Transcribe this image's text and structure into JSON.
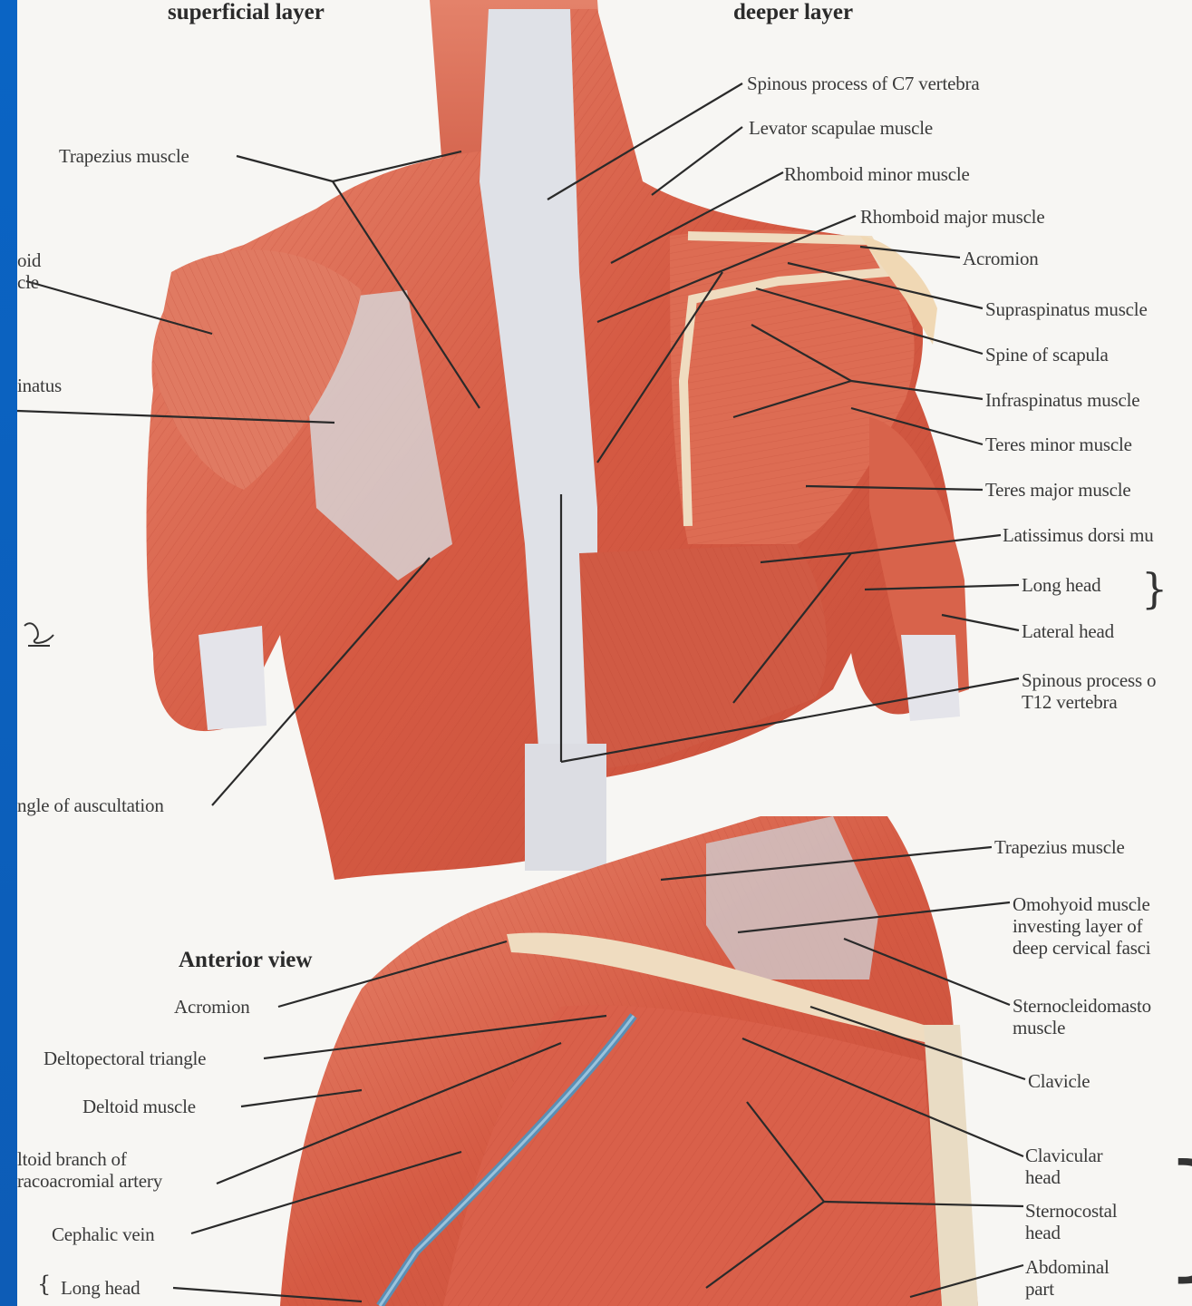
{
  "headers": {
    "superficial": "superficial layer",
    "deeper": "deeper layer",
    "anterior": "Anterior view"
  },
  "posterior_right_labels": {
    "c7": "Spinous process of C7 vertebra",
    "levator": "Levator scapulae muscle",
    "rhomboid_minor": "Rhomboid minor muscle",
    "rhomboid_major": "Rhomboid major muscle",
    "acromion": "Acromion",
    "supraspinatus": "Supraspinatus muscle",
    "spine_scapula": "Spine of scapula",
    "infraspinatus": "Infraspinatus muscle",
    "teres_minor": "Teres minor muscle",
    "teres_major": "Teres major muscle",
    "latissimus": "Latissimus dorsi mu",
    "long_head": "Long head",
    "lateral_head": "Lateral head",
    "t12": "Spinous process o\nT12 vertebra"
  },
  "posterior_left_labels": {
    "trapezius": "Trapezius muscle",
    "deltoid_partial": "oid\ncle",
    "infraspinatus_partial": "inatus",
    "auscultation_partial": "ngle of auscultation"
  },
  "anterior_right_labels": {
    "trapezius": "Trapezius muscle",
    "omohyoid": "Omohyoid muscle\ninvesting layer of\ndeep cervical fasci",
    "scm": "Sternocleidomasto\nmuscle",
    "clavicle": "Clavicle",
    "clavicular_head": "Clavicular\nhead",
    "sternocostal_head": "Sternocostal\nhead",
    "abdominal_part": "Abdominal\npart"
  },
  "anterior_left_labels": {
    "acromion": "Acromion",
    "deltopectoral": "Deltopectoral triangle",
    "deltoid": "Deltoid muscle",
    "deltoid_branch": "ltoid branch of\nracoacromial artery",
    "cephalic": "Cephalic vein",
    "long_head": "Long head"
  },
  "colors": {
    "muscle": "#d9624b",
    "muscle_light": "#ea9077",
    "tendon": "#dcdde3",
    "vein": "#5a8fb5",
    "leader": "#2a2a2a",
    "sidebar": "#0a64c4"
  }
}
